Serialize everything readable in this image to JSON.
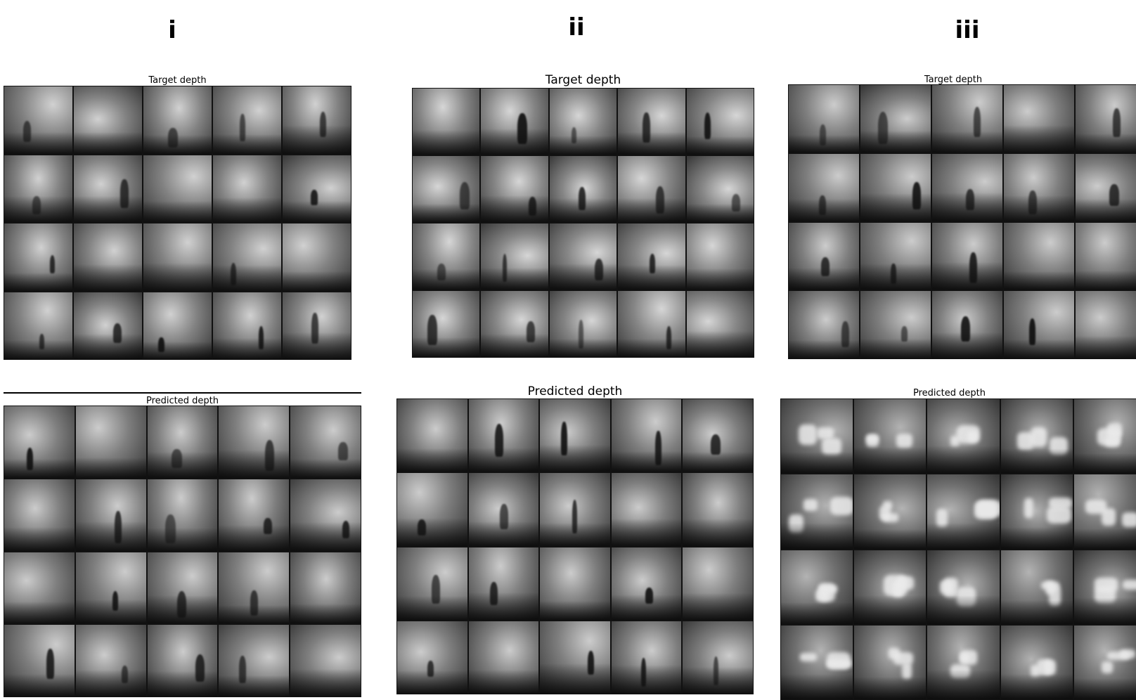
{
  "column_labels": [
    "i",
    "ii",
    "iii"
  ],
  "panels": [
    {
      "title": "Target depth",
      "column": "i",
      "row": "target"
    },
    {
      "title": "Predicted depth",
      "column": "i",
      "row": "predicted"
    },
    {
      "title": "Target depth",
      "column": "ii",
      "row": "target"
    },
    {
      "title": "Predicted depth",
      "column": "ii",
      "row": "predicted"
    },
    {
      "title": "Target depth",
      "column": "iii",
      "row": "target"
    },
    {
      "title": "Predicted depth",
      "column": "iii",
      "row": "predicted"
    }
  ],
  "grid": {
    "rows": 4,
    "columns": 5
  }
}
